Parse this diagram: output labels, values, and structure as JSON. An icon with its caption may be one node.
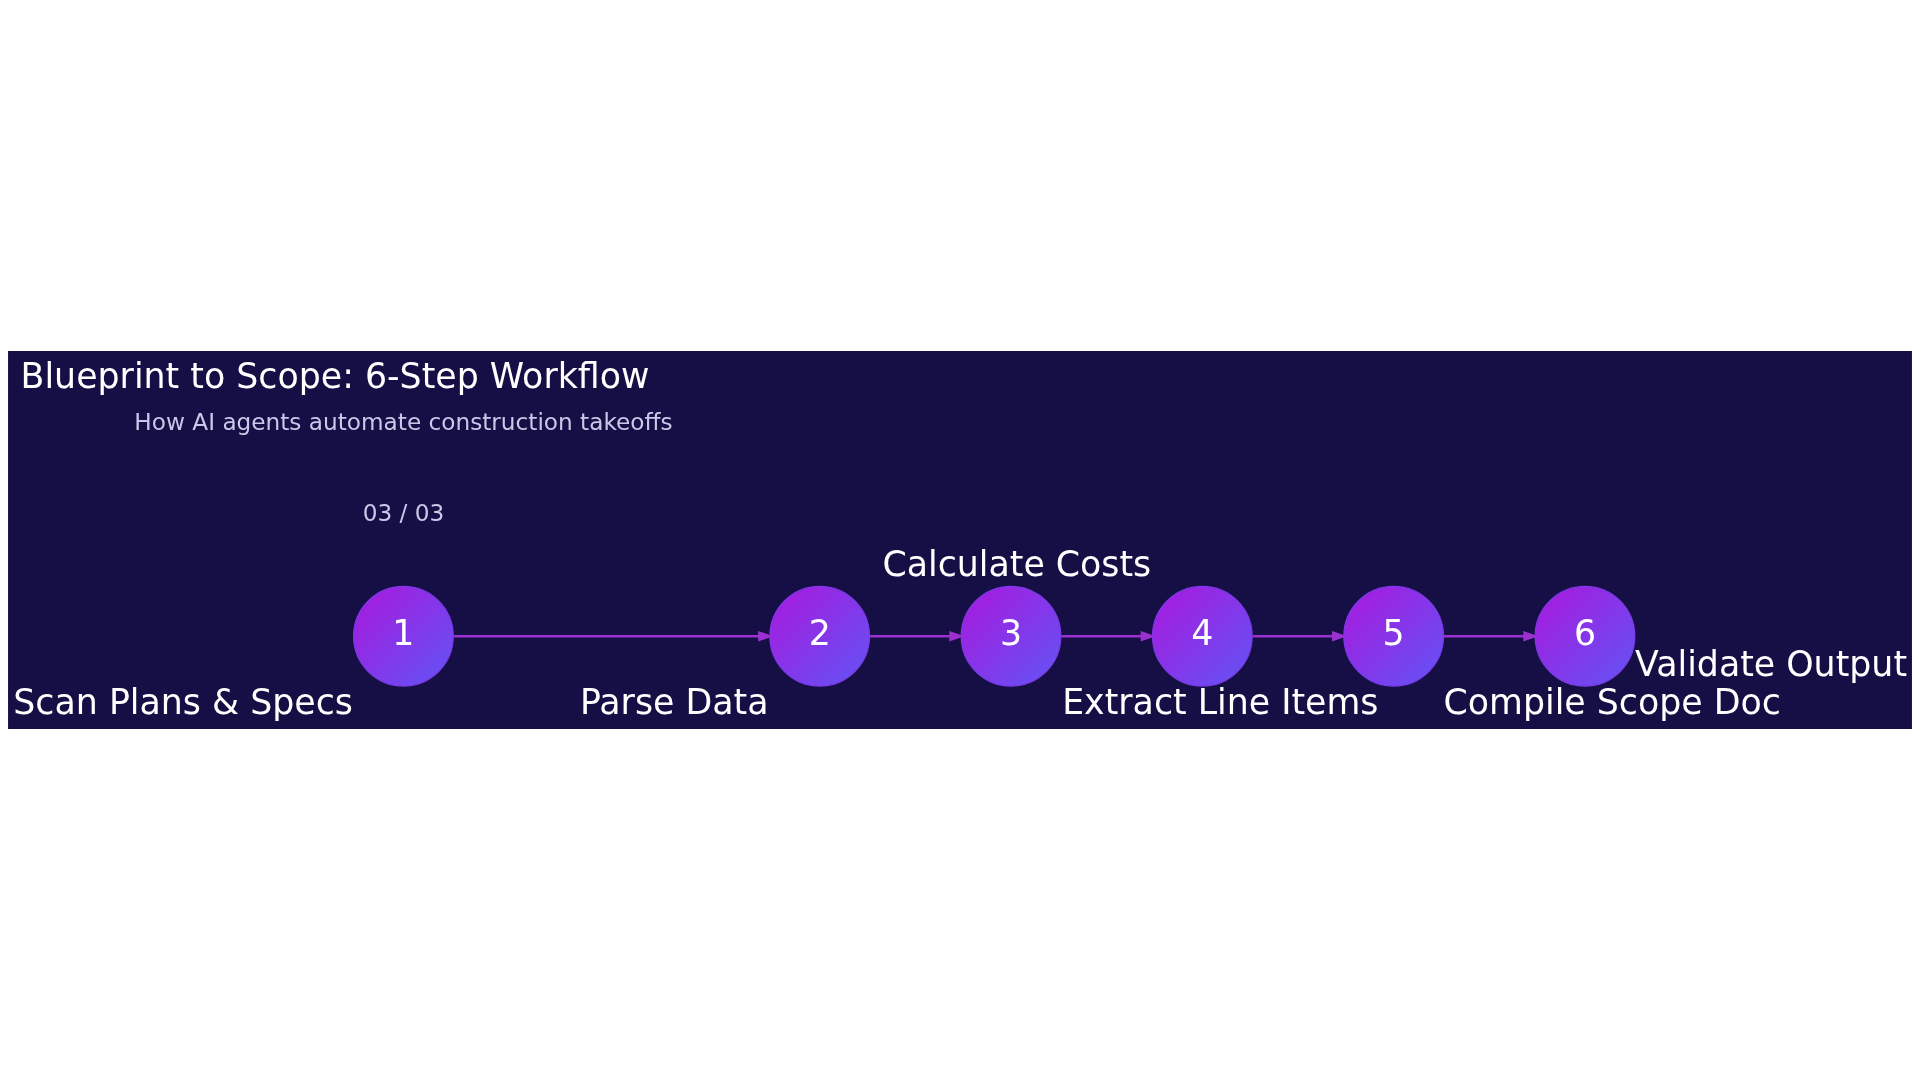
{
  "diagram": {
    "title": "Blueprint to Scope: 6-Step Workflow",
    "nodes": [
      {
        "text": [
          "1"
        ],
        "beside": [
          "Scan Plans & Specs"
        ]
      },
      {
        "text": [
          "2"
        ],
        "beside": [
          "Parse Data"
        ]
      },
      {
        "text": [
          "3"
        ],
        "beside": [
          "Extract Line Items"
        ]
      },
      {
        "text": [
          "4"
        ],
        "beside": [
          "Calculate Costs"
        ]
      },
      {
        "text": [
          "5"
        ],
        "beside": [
          "Compile Scope Doc"
        ]
      },
      {
        "text": [
          "6"
        ],
        "beside": [
          "Validate Output"
        ]
      }
    ],
    "edges": [
      {
        "from": 0,
        "to": 1,
        "arrow": "to"
      },
      {
        "from": 1,
        "to": 2,
        "arrow": "to"
      },
      {
        "from": 2,
        "to": 3,
        "arrow": "to"
      },
      {
        "from": 3,
        "to": 4,
        "arrow": "to"
      },
      {
        "from": 4,
        "to": 5,
        "arrow": "to"
      }
    ],
    "labels": [
      "03 / 03",
      "How AI agents automate construction takeoffs"
    ]
  }
}
